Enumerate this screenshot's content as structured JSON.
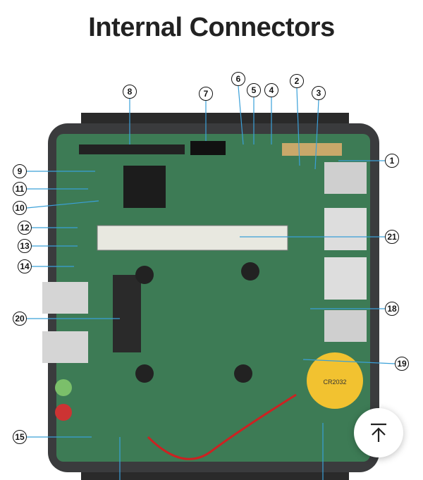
{
  "title": "Internal Connectors",
  "callouts": [
    "1",
    "2",
    "3",
    "4",
    "5",
    "6",
    "7",
    "8",
    "9",
    "10",
    "11",
    "12",
    "13",
    "14",
    "15",
    "18",
    "19",
    "20",
    "21"
  ],
  "battery_text": "CR2032",
  "scroll_top_icon": "arrow-up-to-line-icon"
}
